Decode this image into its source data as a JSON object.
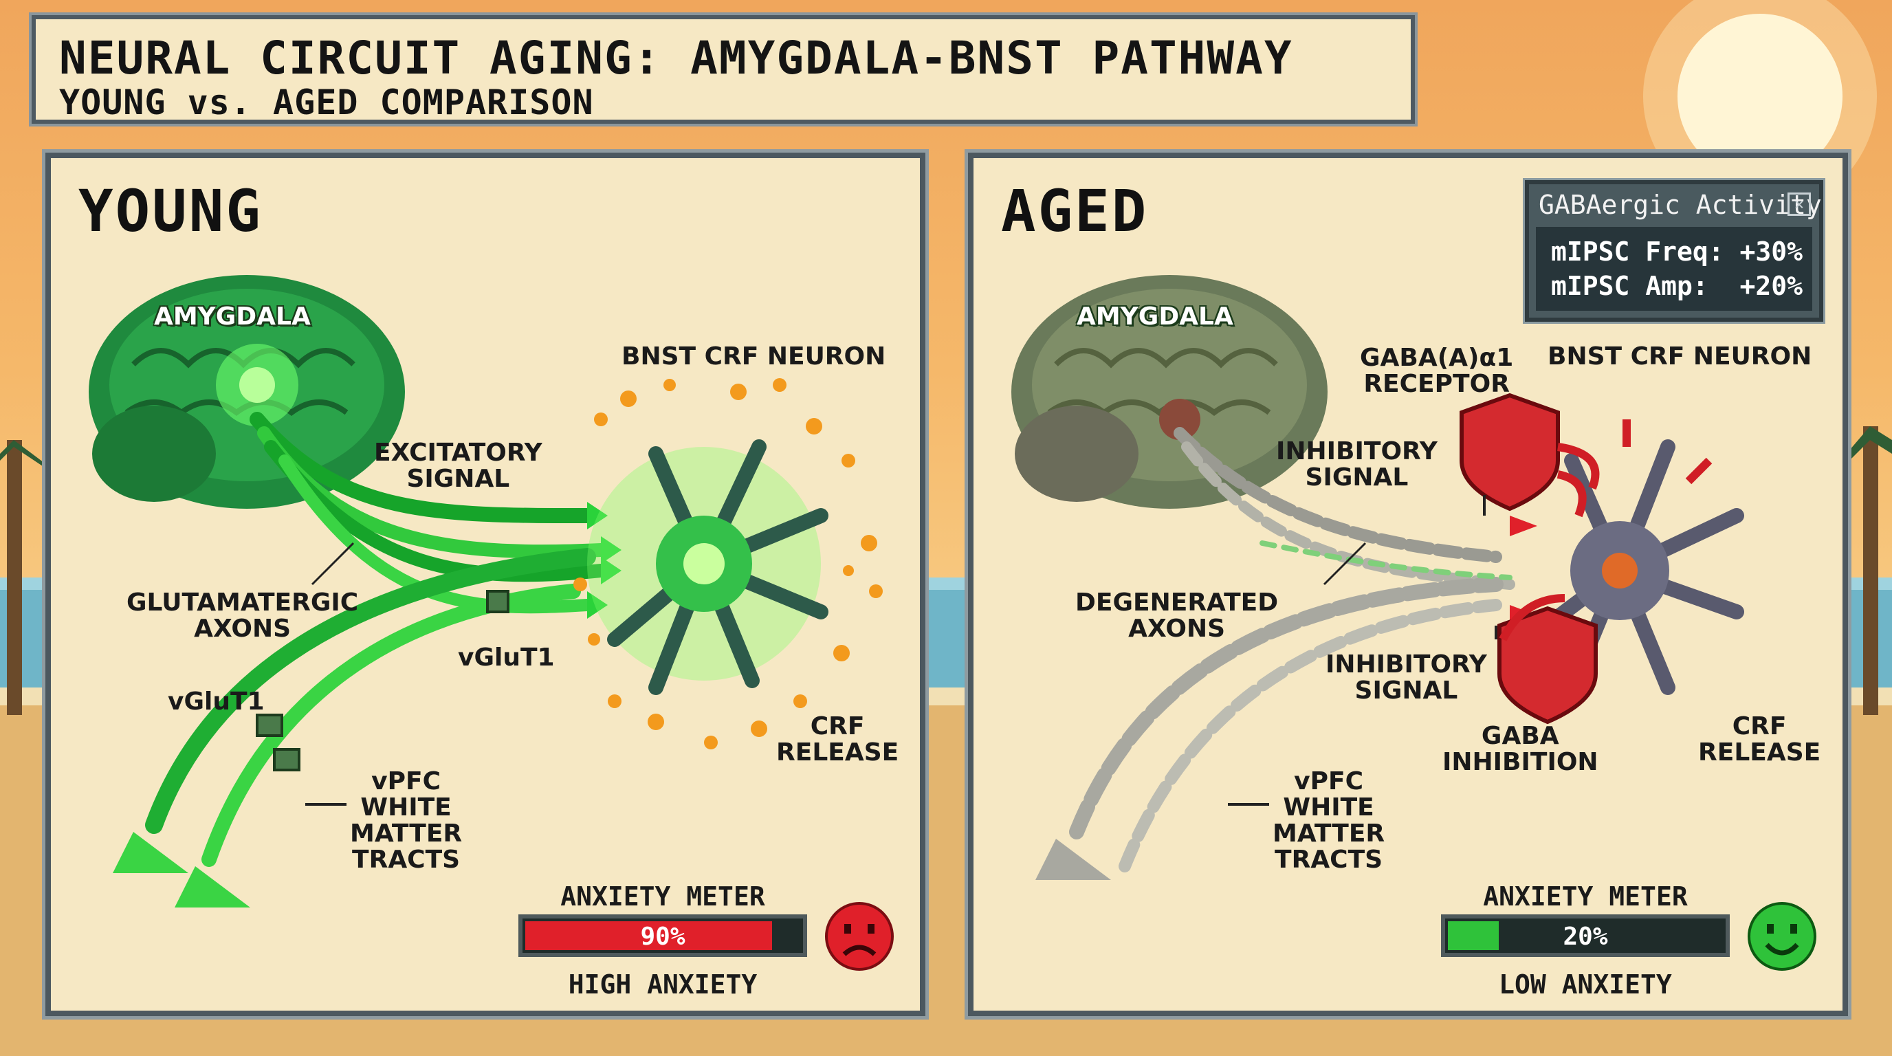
{
  "header": {
    "title": "NEURAL CIRCUIT AGING: AMYGDALA-BNST PATHWAY",
    "subtitle": "YOUNG vs. AGED COMPARISON"
  },
  "young": {
    "heading": "YOUNG",
    "labels": {
      "amygdala": "AMYGDALA",
      "bnst": "BNST CRF NEURON",
      "excitatory": "EXCITATORY\nSIGNAL",
      "axons": "GLUTAMATERGIC\nAXONS",
      "vglut_right": "vGluT1",
      "vglut_left": "vGluT1",
      "crf": "CRF\nRELEASE",
      "vpfc": "vPFC\nWHITE\nMATTER\nTRACTS"
    },
    "meter": {
      "label": "ANXIETY METER",
      "value_text": "90%",
      "value": 0.9,
      "status": "HIGH ANXIETY",
      "color": "#e0202a",
      "face": "sad-face-icon"
    }
  },
  "aged": {
    "heading": "AGED",
    "labels": {
      "amygdala": "AMYGDALA",
      "receptor": "GABA(A)α1\nRECEPTOR",
      "bnst": "BNST CRF NEURON",
      "inhibitory_top": "INHIBITORY\nSIGNAL",
      "axons": "DEGENERATED\nAXONS",
      "inhibitory_bottom": "INHIBITORY\nSIGNAL",
      "gaba_inhibition": "GABA\nINHIBITION",
      "crf": "CRF\nRELEASE",
      "vpfc": "vPFC\nWHITE\nMATTER\nTRACTS"
    },
    "gaba_box": {
      "title": "GABAergic Activity",
      "rows": [
        "mIPSC Freq: +30%",
        "mIPSC Amp:  +20%"
      ]
    },
    "meter": {
      "label": "ANXIETY METER",
      "value_text": "20%",
      "value": 0.2,
      "status": "LOW ANXIETY",
      "color": "#2fc23a",
      "face": "happy-face-icon"
    }
  }
}
